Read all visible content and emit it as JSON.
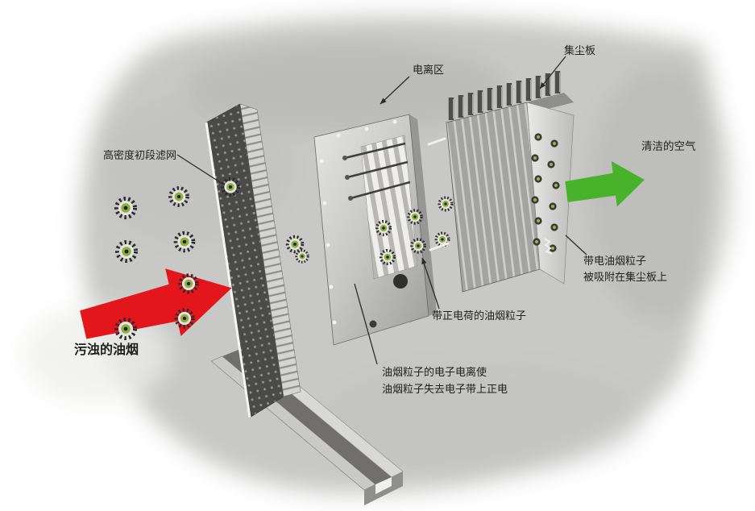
{
  "diagram": {
    "labels": {
      "filter": "高密度初段滤网",
      "ionization_zone": "电离区",
      "dust_plate": "集尘板",
      "clean_air": "清洁的空气",
      "dirty_fume": "污浊的油烟",
      "charged_particle": "带正电荷的油烟粒子",
      "ionization_note_1": "油烟粒子的电子电离使",
      "ionization_note_2": "油烟粒子失去电子带上正电",
      "adsorbed_1": "带电油烟粒子",
      "adsorbed_2": "被吸附在集尘板上"
    },
    "colors": {
      "dirty_arrow": "#e3171b",
      "clean_arrow": "#47b22a",
      "particle_core": "#8fae3e",
      "particle_ring": "#2b2b2b",
      "background": "#c8c8c6",
      "label_text": "#1f1f1f"
    }
  }
}
